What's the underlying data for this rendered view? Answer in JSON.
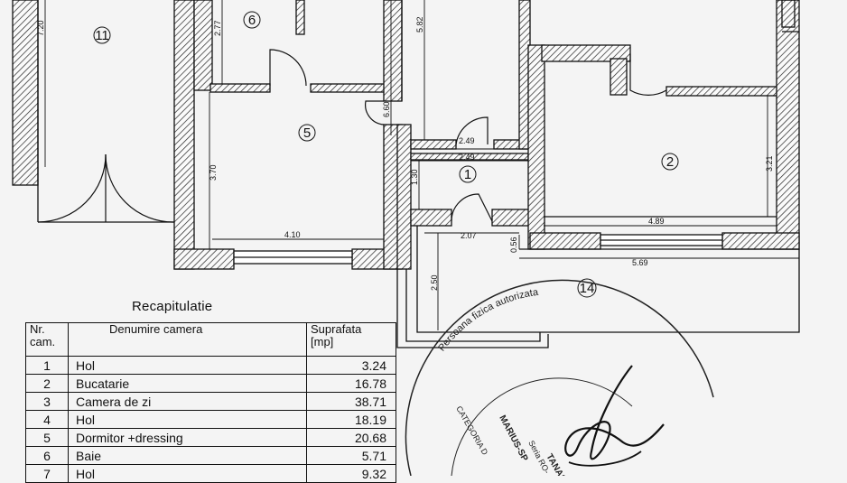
{
  "rooms": {
    "r11": "11",
    "r6": "6",
    "r5": "5",
    "r1": "1",
    "r2": "2",
    "r14": "14"
  },
  "dimensions": {
    "d_720": "7.20",
    "d_277": "2.77",
    "d_582": "5.82",
    "d_660": "6.60",
    "d_370": "3.70",
    "d_410": "4.10",
    "d_249a": "2.49",
    "d_249b": "2.49",
    "d_130": "1.30",
    "d_321": "3.21",
    "d_489": "4.89",
    "d_207": "2.07",
    "d_056": "0.56",
    "d_250": "2.50",
    "d_569": "5.69"
  },
  "recap": {
    "title": "Recapitulatie",
    "headers": {
      "nr": "Nr. cam.",
      "denumire": "Denumire camera",
      "suprafata": "Suprafata [mp]"
    },
    "rows": [
      {
        "nr": "1",
        "name": "Hol",
        "area": "3.24"
      },
      {
        "nr": "2",
        "name": "Bucatarie",
        "area": "16.78"
      },
      {
        "nr": "3",
        "name": "Camera de zi",
        "area": "38.71"
      },
      {
        "nr": "4",
        "name": "Hol",
        "area": "18.19"
      },
      {
        "nr": "5",
        "name": "Dormitor +dressing",
        "area": "20.68"
      },
      {
        "nr": "6",
        "name": "Baie",
        "area": "5.71"
      },
      {
        "nr": "7",
        "name": "Hol",
        "area": "9.32"
      }
    ]
  },
  "stamp": {
    "line1": "Persoana fizica autorizata",
    "line2": "MARIUS-SP",
    "line3": "Seria RO-",
    "line4": "CATEGORIA D",
    "line5": "TANASE"
  }
}
